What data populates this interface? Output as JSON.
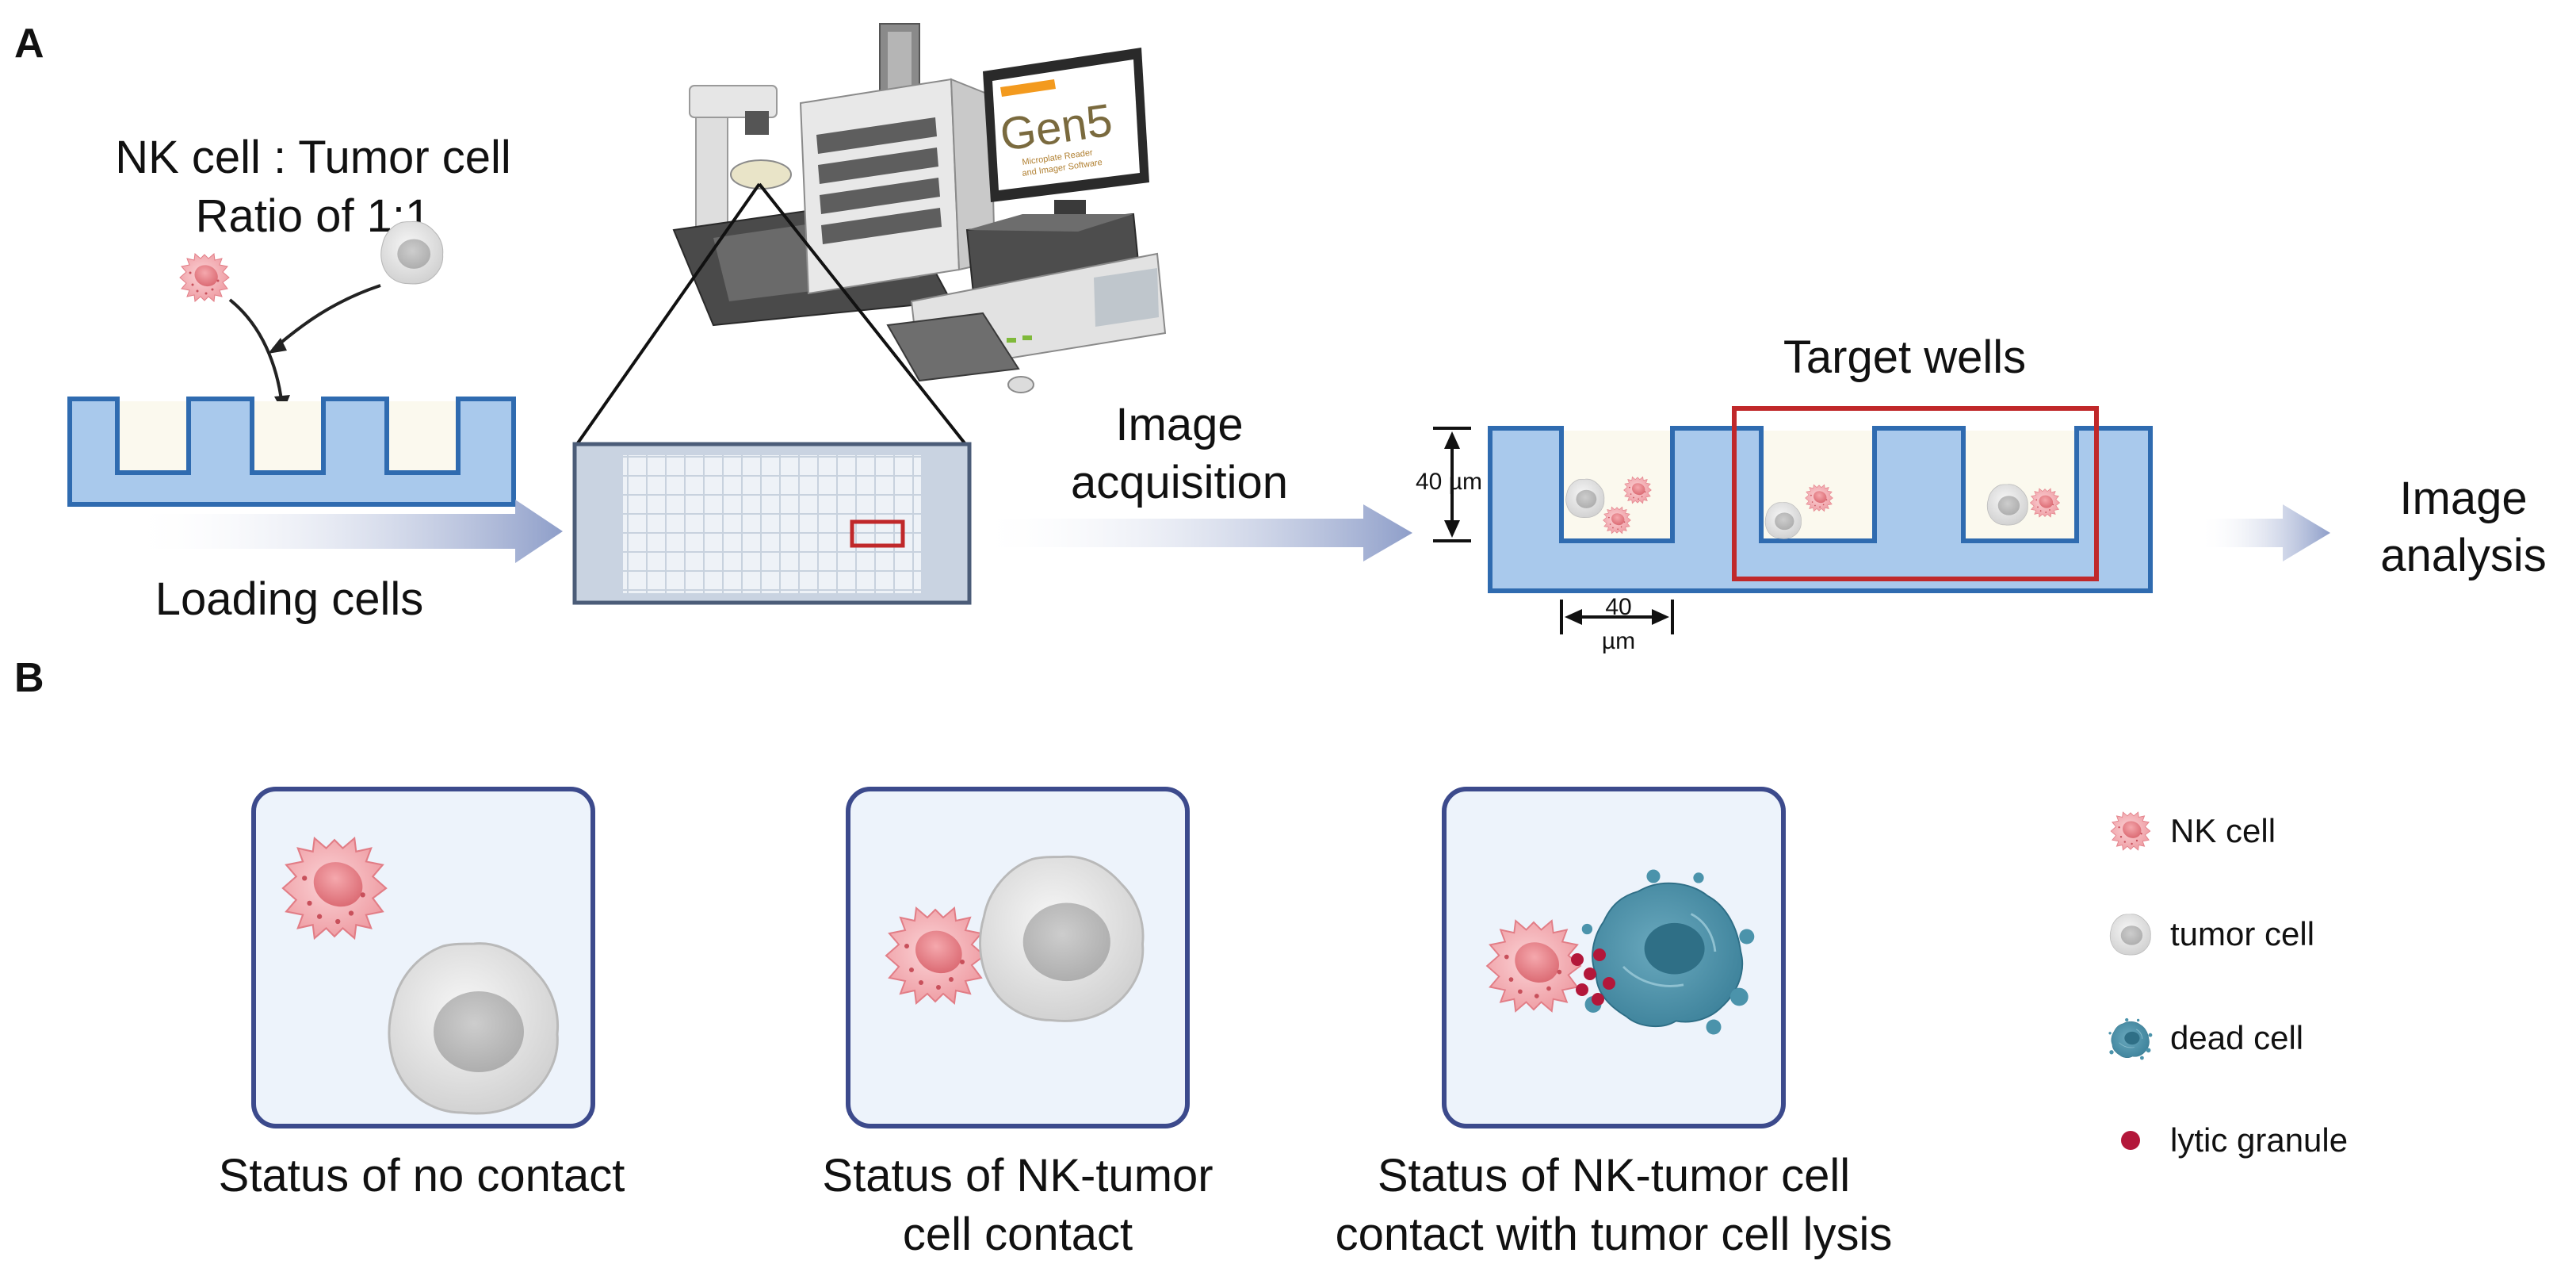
{
  "panel_a": {
    "letter": "A",
    "ratio_line1": "NK cell : Tumor cell",
    "ratio_line2": "Ratio of 1:1",
    "loading_label": "Loading cells",
    "acquisition_line1": "Image",
    "acquisition_line2": "acquisition",
    "target_wells_label": "Target wells",
    "dim_height_label": "40 µm",
    "dim_width_line1": "40",
    "dim_width_line2": "µm",
    "analysis_line1": "Image",
    "analysis_line2": "analysis",
    "screen_brand": "Gen5",
    "screen_subtitle_1": "Microplate Reader",
    "screen_subtitle_2": "and Imager Software"
  },
  "panel_b": {
    "letter": "B",
    "status_1": "Status of no contact",
    "status_2_line1": "Status of NK-tumor",
    "status_2_line2": "cell contact",
    "status_3_line1": "Status of NK-tumor cell",
    "status_3_line2": "contact with tumor cell lysis"
  },
  "legend": {
    "nk_cell": "NK cell",
    "tumor_cell": "tumor cell",
    "dead_cell": "dead cell",
    "lytic_granule": "lytic granule"
  },
  "colors": {
    "well_blue": "#a9c9ec",
    "well_border": "#2f6bb0",
    "well_fill": "#fbf9ee",
    "target_red": "#c0282a",
    "box_border": "#3c4a8c",
    "box_fill": "#edf3fb",
    "nk_pink": "#f2a0a6",
    "tumor_grey": "#d9d9d9",
    "dead_teal": "#3f8aa3",
    "granule": "#b3173a",
    "arrow": "#8e9ec9"
  }
}
